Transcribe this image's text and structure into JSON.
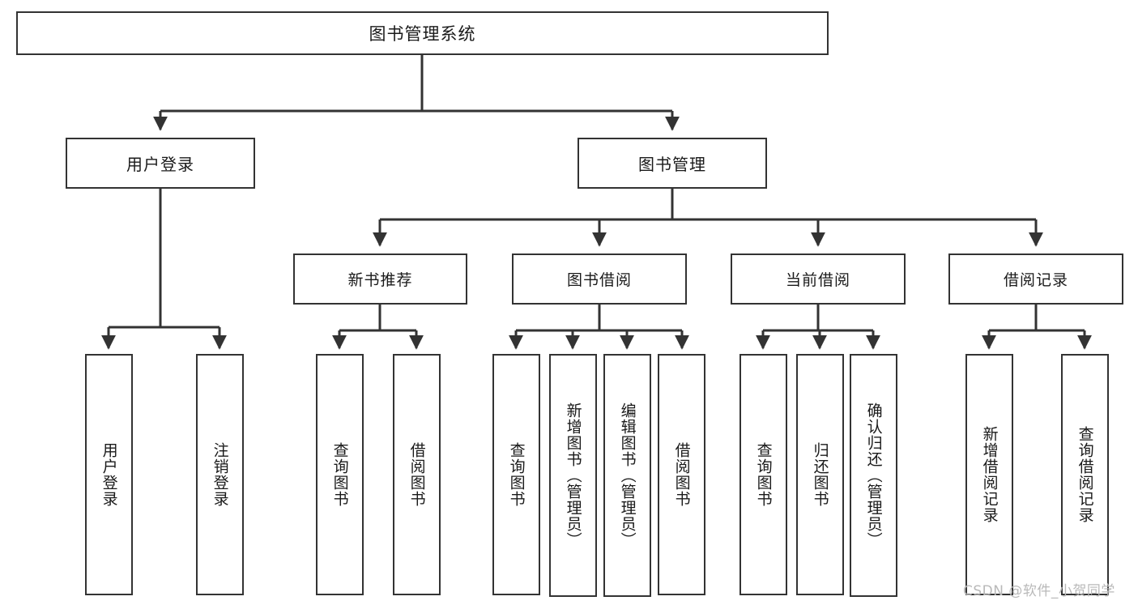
{
  "diagram": {
    "type": "tree",
    "title": "图书管理系统",
    "watermark": "CSDN @软件_小贺同学",
    "colors": {
      "box_border": "#333333",
      "box_fill": "#ffffff",
      "edge": "#333333",
      "text": "#1a1a1a",
      "watermark": "#b9b9b9",
      "background": "#ffffff"
    },
    "nodes": {
      "root": {
        "label": "图书管理系统"
      },
      "level1": [
        {
          "id": "user-login",
          "label": "用户登录"
        },
        {
          "id": "book-management",
          "label": "图书管理"
        }
      ],
      "level2": [
        {
          "id": "new-book-recommend",
          "label": "新书推荐"
        },
        {
          "id": "book-borrow",
          "label": "图书借阅"
        },
        {
          "id": "current-borrow",
          "label": "当前借阅"
        },
        {
          "id": "borrow-record",
          "label": "借阅记录"
        }
      ],
      "leaves": {
        "user_login": [
          {
            "id": "leaf-user-login",
            "label": "用户登录"
          },
          {
            "id": "leaf-logout",
            "label": "注销登录"
          }
        ],
        "new_book_recommend": [
          {
            "id": "leaf-query-book-1",
            "label": "查询图书"
          },
          {
            "id": "leaf-borrow-book-1",
            "label": "借阅图书"
          }
        ],
        "book_borrow": [
          {
            "id": "leaf-query-book-2",
            "label": "查询图书"
          },
          {
            "id": "leaf-add-book",
            "label": "新增图书（管理员）"
          },
          {
            "id": "leaf-edit-book",
            "label": "编辑图书（管理员）"
          },
          {
            "id": "leaf-borrow-book-2",
            "label": "借阅图书"
          }
        ],
        "current_borrow": [
          {
            "id": "leaf-query-book-3",
            "label": "查询图书"
          },
          {
            "id": "leaf-return-book",
            "label": "归还图书"
          },
          {
            "id": "leaf-confirm-return",
            "label": "确认归还（管理员）"
          }
        ],
        "borrow_record": [
          {
            "id": "leaf-add-record",
            "label": "新增借阅记录"
          },
          {
            "id": "leaf-query-record",
            "label": "查询借阅记录"
          }
        ]
      }
    }
  }
}
